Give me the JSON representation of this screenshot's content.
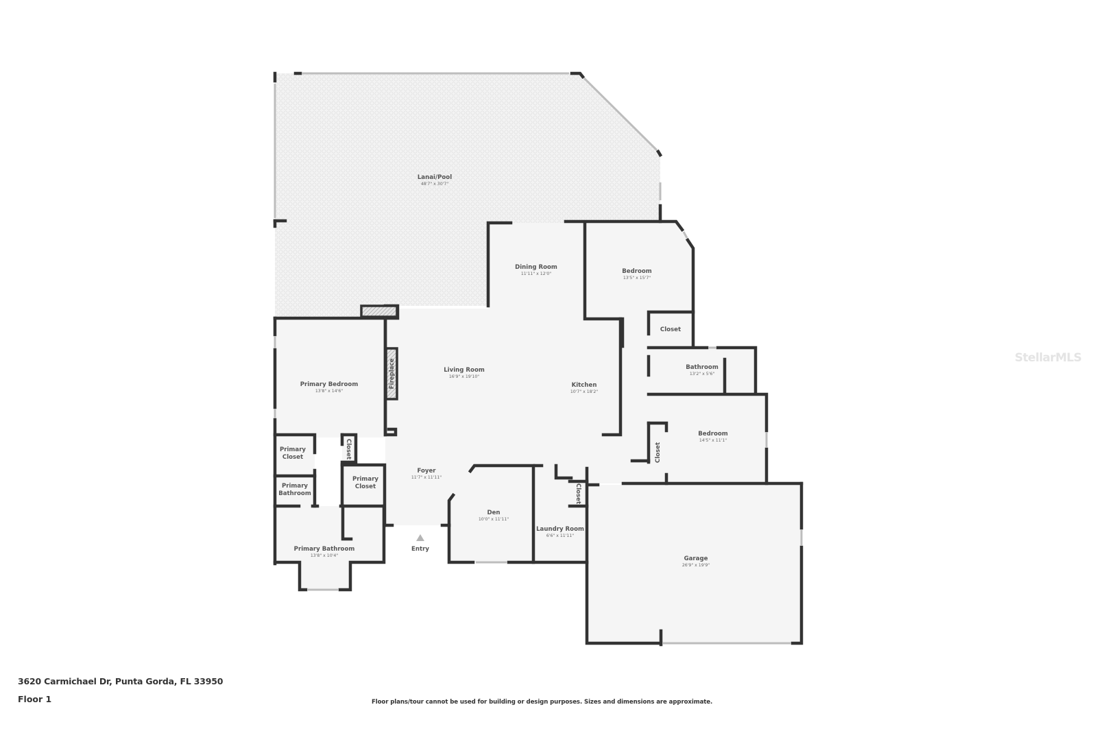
{
  "property": {
    "address": "3620 Carmichael Dr, Punta Gorda, FL 33950",
    "floor": "Floor 1"
  },
  "disclaimer": "Floor plans/tour cannot be used for building or design purposes. Sizes and dimensions are approximate.",
  "watermark": "StellarMLS",
  "colors": {
    "wall": "#333333",
    "floor": "#f5f5f5",
    "window": "#bdbdbd",
    "label": "#555555"
  },
  "rooms": {
    "lanai": {
      "name": "Lanai/Pool",
      "dims": "48'7\" x 30'7\""
    },
    "dining": {
      "name": "Dining Room",
      "dims": "11'11\" x 12'0\""
    },
    "bedroom1": {
      "name": "Bedroom",
      "dims": "13'5\" x 15'7\""
    },
    "closet1": {
      "name": "Closet"
    },
    "bathroom": {
      "name": "Bathroom",
      "dims": "13'2\" x 5'6\""
    },
    "living": {
      "name": "Living Room",
      "dims": "16'9\" x 19'10\""
    },
    "fireplace": {
      "name": "Fireplace"
    },
    "kitchen": {
      "name": "Kitchen",
      "dims": "10'7\" x 18'2\""
    },
    "primary_bedroom": {
      "name": "Primary Bedroom",
      "dims": "13'8\" x 14'6\""
    },
    "bedroom2": {
      "name": "Bedroom",
      "dims": "14'5\" x 11'1\""
    },
    "closet2": {
      "name": "Closet"
    },
    "primary_closet1": {
      "line1": "Primary",
      "line2": "Closet"
    },
    "closet3": {
      "name": "Closet"
    },
    "foyer": {
      "name": "Foyer",
      "dims": "11'7\" x 11'11\""
    },
    "primary_bath_small": {
      "line1": "Primary",
      "line2": "Bathroom"
    },
    "primary_closet2": {
      "line1": "Primary",
      "line2": "Closet"
    },
    "den": {
      "name": "Den",
      "dims": "10'0\" x 11'11\""
    },
    "closet4": {
      "name": "Closet"
    },
    "laundry": {
      "name": "Laundry Room",
      "dims": "6'6\" x 11'11\""
    },
    "primary_bathroom": {
      "name": "Primary Bathroom",
      "dims": "13'8\" x 10'4\""
    },
    "garage": {
      "name": "Garage",
      "dims": "26'9\" x 19'9\""
    }
  },
  "entry": {
    "label": "Entry",
    "icon": "entry-arrow-icon"
  }
}
